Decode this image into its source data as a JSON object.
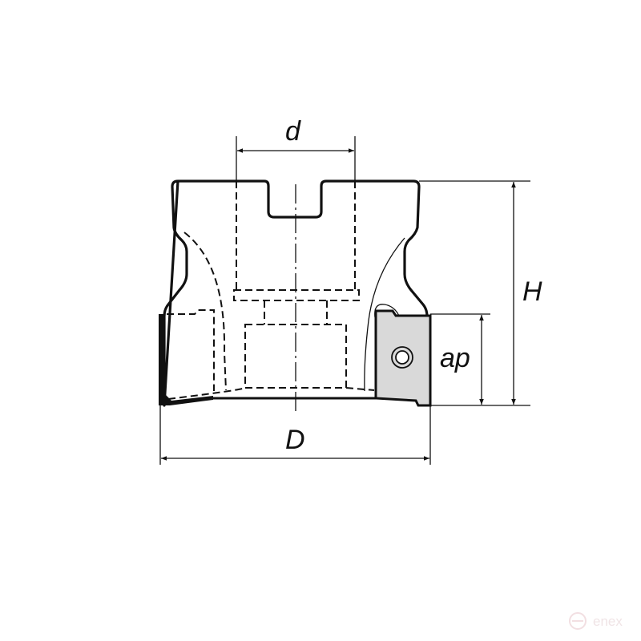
{
  "diagram": {
    "labels": {
      "bore_diameter": "d",
      "height": "H",
      "depth_of_cut": "ap",
      "cutter_diameter": "D"
    },
    "watermark": "enex",
    "colors": {
      "line": "#111111",
      "insert_fill": "#d9d9d9",
      "watermark": "#f0e4e6"
    }
  }
}
